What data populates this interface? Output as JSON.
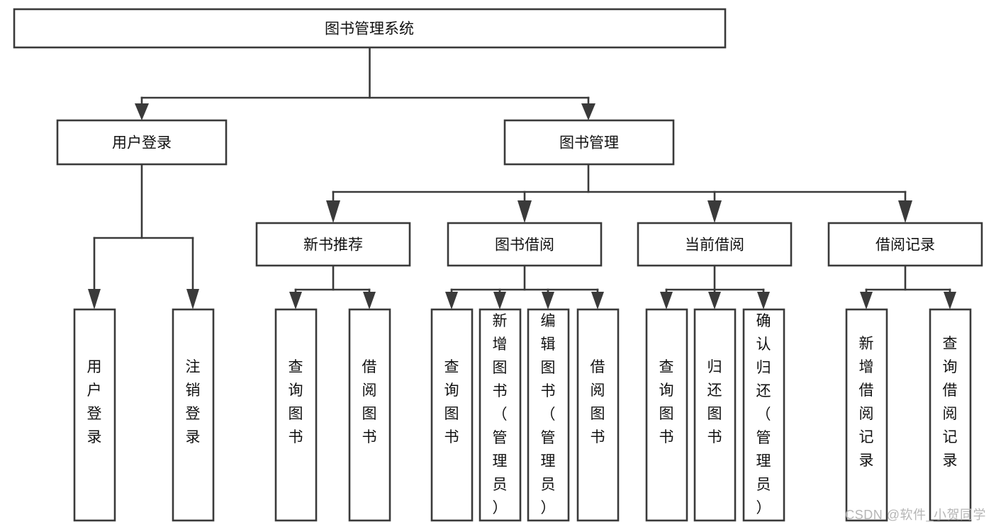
{
  "diagram": {
    "title": "图书管理系统",
    "type": "tree-hierarchy",
    "watermark": "CSDN @软件_小贺同学",
    "colors": {
      "stroke": "#3a3a3a",
      "fill": "#ffffff",
      "text": "#111111",
      "watermark": "#b6b6b6"
    },
    "root": {
      "label": "图书管理系统"
    },
    "level2": [
      {
        "label": "用户登录"
      },
      {
        "label": "图书管理"
      }
    ],
    "level3": [
      {
        "label": "新书推荐"
      },
      {
        "label": "图书借阅"
      },
      {
        "label": "当前借阅"
      },
      {
        "label": "借阅记录"
      }
    ],
    "leaves": {
      "user_login": [
        {
          "label": "用户登录"
        },
        {
          "label": "注销登录"
        }
      ],
      "new_book_recommend": [
        {
          "label": "查询图书"
        },
        {
          "label": "借阅图书"
        }
      ],
      "book_borrow": [
        {
          "label": "查询图书"
        },
        {
          "label": "新增图书（管理员）"
        },
        {
          "label": "编辑图书（管理员）"
        },
        {
          "label": "借阅图书"
        }
      ],
      "current_borrow": [
        {
          "label": "查询图书"
        },
        {
          "label": "归还图书"
        },
        {
          "label": "确认归还（管理员）"
        }
      ],
      "borrow_record": [
        {
          "label": "新增借阅记录"
        },
        {
          "label": "查询借阅记录"
        }
      ]
    }
  }
}
